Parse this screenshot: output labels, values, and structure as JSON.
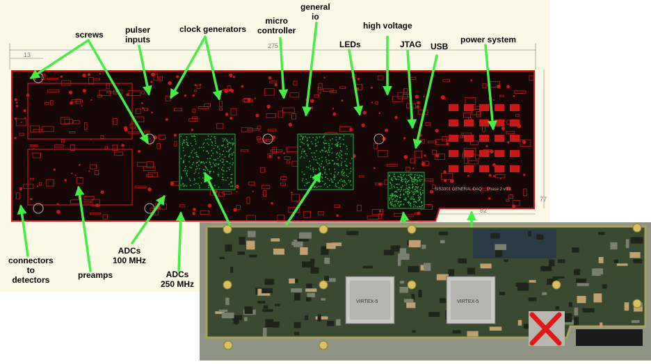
{
  "drawing": {
    "dim_left": "13",
    "dim_top": "275",
    "dim_notch": "82",
    "dim_right": "77",
    "pcb_text_1": "SIS3301 GENERAL DAQ",
    "pcb_text_2": "Phase 2 v0.1",
    "photo_text": "VIRTEX-5"
  },
  "labels": {
    "screws": "screws",
    "pulser_inputs": [
      "pulser",
      "inputs"
    ],
    "clock_generators": "clock generators",
    "micro_controller": [
      "micro",
      "controller"
    ],
    "general_io": [
      "general",
      "io"
    ],
    "high_voltage": "high voltage",
    "leds": "LEDs",
    "jtag": "JTAG",
    "usb": "USB",
    "power_system": "power system",
    "connectors": [
      "connectors",
      "to",
      "detectors"
    ],
    "preamps": "preamps",
    "adcs_100": [
      "ADCs",
      "100 MHz"
    ],
    "adcs_250": [
      "ADCs",
      "250 MHz"
    ]
  },
  "colors": {
    "arrow": "#44ee44",
    "pcb_bg": "#160606",
    "pcb_trace": "#c81818",
    "pcb_outline": "#e01010",
    "fpga_trace": "#22bb44",
    "cream_bg": "#fcfae6",
    "photo_bg": "#909484",
    "board_green": "#3a4a30",
    "cross": "#e01818"
  }
}
